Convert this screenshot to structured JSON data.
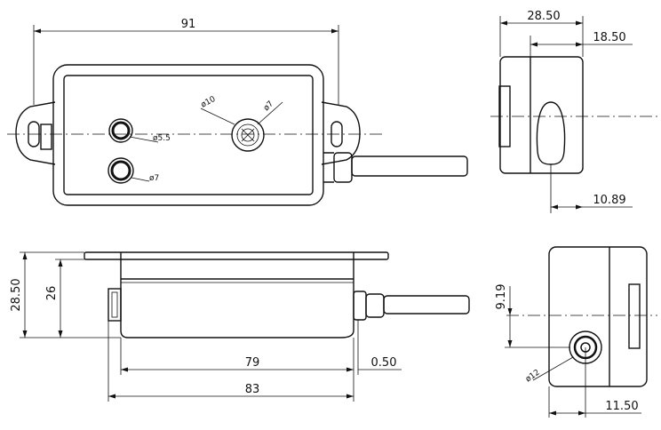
{
  "dimensions": {
    "top_width": "91",
    "side_total_width": "28.50",
    "side_partial_width": "18.50",
    "side_hole_offset": "10.89",
    "front_height_total": "28.50",
    "front_height_body": "26",
    "front_length_body": "79",
    "front_flange_offset": "0.50",
    "front_length_total": "83",
    "end_hole_height": "9.19",
    "end_hole_offset": "11.50"
  },
  "callouts": {
    "led_dia": "ø10",
    "port_dia": "ø7",
    "upper_hole_dia": "ø5.5",
    "lower_hole_dia": "ø7",
    "end_port_dia": "ø12"
  }
}
